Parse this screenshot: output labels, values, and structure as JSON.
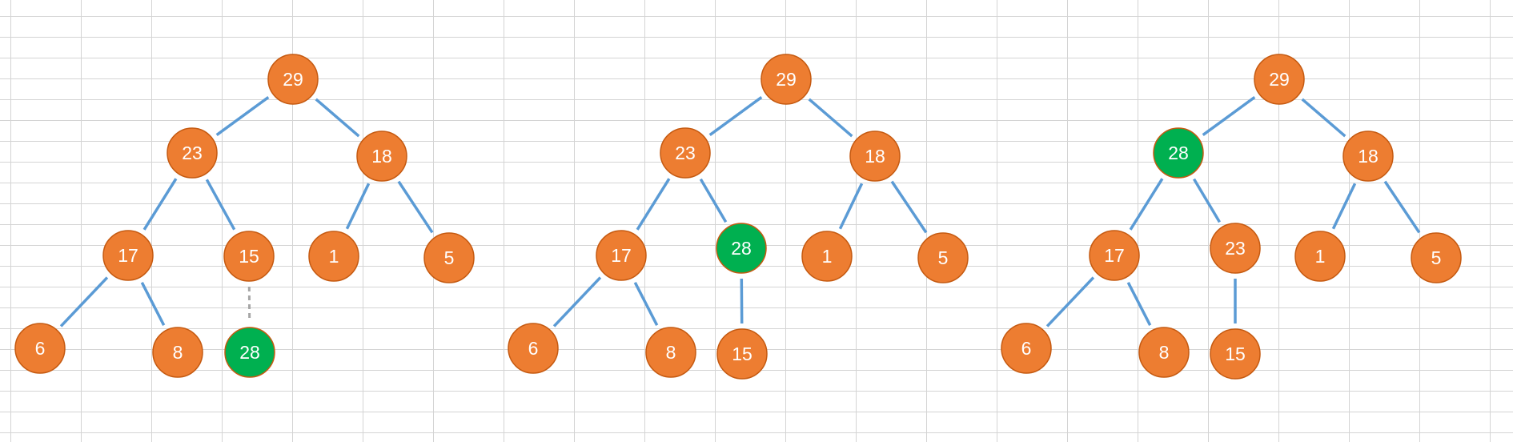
{
  "colors": {
    "background": "#ffffff",
    "gridline": "#d4d4d4",
    "node_default": "#ed7d31",
    "node_default_stroke": "#c55a11",
    "node_highlight": "#00b050",
    "node_highlight_stroke": "#c55a11",
    "edge": "#5b9bd5",
    "edge_dashed": "#a6a6a6"
  },
  "trees": [
    {
      "nodes": [
        {
          "id": "a1",
          "label": "29",
          "state": "default"
        },
        {
          "id": "a2",
          "label": "23",
          "state": "default"
        },
        {
          "id": "a3",
          "label": "18",
          "state": "default"
        },
        {
          "id": "a4",
          "label": "17",
          "state": "default"
        },
        {
          "id": "a5",
          "label": "15",
          "state": "default"
        },
        {
          "id": "a6",
          "label": "1",
          "state": "default"
        },
        {
          "id": "a7",
          "label": "5",
          "state": "default"
        },
        {
          "id": "a8",
          "label": "6",
          "state": "default"
        },
        {
          "id": "a9",
          "label": "8",
          "state": "default"
        },
        {
          "id": "a10",
          "label": "28",
          "state": "highlight"
        }
      ],
      "edges": [
        {
          "from": "a1",
          "to": "a2",
          "style": "solid"
        },
        {
          "from": "a1",
          "to": "a3",
          "style": "solid"
        },
        {
          "from": "a2",
          "to": "a4",
          "style": "solid"
        },
        {
          "from": "a2",
          "to": "a5",
          "style": "solid"
        },
        {
          "from": "a3",
          "to": "a6",
          "style": "solid"
        },
        {
          "from": "a3",
          "to": "a7",
          "style": "solid"
        },
        {
          "from": "a4",
          "to": "a8",
          "style": "solid"
        },
        {
          "from": "a4",
          "to": "a9",
          "style": "solid"
        },
        {
          "from": "a5",
          "to": "a10",
          "style": "dashed"
        }
      ]
    },
    {
      "nodes": [
        {
          "id": "b1",
          "label": "29",
          "state": "default"
        },
        {
          "id": "b2",
          "label": "23",
          "state": "default"
        },
        {
          "id": "b3",
          "label": "18",
          "state": "default"
        },
        {
          "id": "b4",
          "label": "17",
          "state": "default"
        },
        {
          "id": "b5",
          "label": "28",
          "state": "highlight"
        },
        {
          "id": "b6",
          "label": "1",
          "state": "default"
        },
        {
          "id": "b7",
          "label": "5",
          "state": "default"
        },
        {
          "id": "b8",
          "label": "6",
          "state": "default"
        },
        {
          "id": "b9",
          "label": "8",
          "state": "default"
        },
        {
          "id": "b10",
          "label": "15",
          "state": "default"
        }
      ],
      "edges": [
        {
          "from": "b1",
          "to": "b2",
          "style": "solid"
        },
        {
          "from": "b1",
          "to": "b3",
          "style": "solid"
        },
        {
          "from": "b2",
          "to": "b4",
          "style": "solid"
        },
        {
          "from": "b2",
          "to": "b5",
          "style": "solid"
        },
        {
          "from": "b3",
          "to": "b6",
          "style": "solid"
        },
        {
          "from": "b3",
          "to": "b7",
          "style": "solid"
        },
        {
          "from": "b4",
          "to": "b8",
          "style": "solid"
        },
        {
          "from": "b4",
          "to": "b9",
          "style": "solid"
        },
        {
          "from": "b5",
          "to": "b10",
          "style": "solid"
        }
      ]
    },
    {
      "nodes": [
        {
          "id": "c1",
          "label": "29",
          "state": "default"
        },
        {
          "id": "c2",
          "label": "28",
          "state": "highlight"
        },
        {
          "id": "c3",
          "label": "18",
          "state": "default"
        },
        {
          "id": "c4",
          "label": "17",
          "state": "default"
        },
        {
          "id": "c5",
          "label": "23",
          "state": "default"
        },
        {
          "id": "c6",
          "label": "1",
          "state": "default"
        },
        {
          "id": "c7",
          "label": "5",
          "state": "default"
        },
        {
          "id": "c8",
          "label": "6",
          "state": "default"
        },
        {
          "id": "c9",
          "label": "8",
          "state": "default"
        },
        {
          "id": "c10",
          "label": "15",
          "state": "default"
        }
      ],
      "edges": [
        {
          "from": "c1",
          "to": "c2",
          "style": "solid"
        },
        {
          "from": "c1",
          "to": "c3",
          "style": "solid"
        },
        {
          "from": "c2",
          "to": "c4",
          "style": "solid"
        },
        {
          "from": "c2",
          "to": "c5",
          "style": "solid"
        },
        {
          "from": "c3",
          "to": "c6",
          "style": "solid"
        },
        {
          "from": "c3",
          "to": "c7",
          "style": "solid"
        },
        {
          "from": "c4",
          "to": "c8",
          "style": "solid"
        },
        {
          "from": "c4",
          "to": "c9",
          "style": "solid"
        },
        {
          "from": "c5",
          "to": "c10",
          "style": "solid"
        }
      ]
    }
  ]
}
